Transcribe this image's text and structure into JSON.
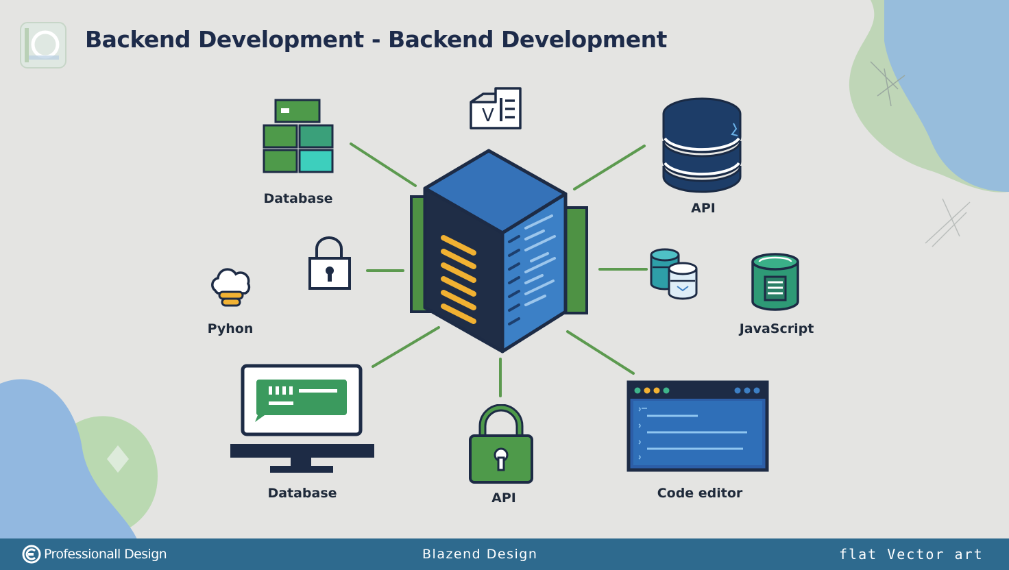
{
  "title": "Backend Development - Backend Development",
  "nodes": {
    "database_top": {
      "label": "Database",
      "icon": "database-table-icon"
    },
    "api_top": {
      "label": "API",
      "icon": "database-cylinder-icon"
    },
    "python": {
      "label": "Pyhon",
      "icon": "cloud-icon"
    },
    "javascript": {
      "label": "JavaScript",
      "icon": "storage-drum-icon"
    },
    "database_bottom": {
      "label": "Database",
      "icon": "monitor-chat-icon"
    },
    "api_bottom": {
      "label": "API",
      "icon": "padlock-icon"
    },
    "code_editor": {
      "label": "Code editor",
      "icon": "code-editor-window-icon"
    },
    "top_doc": {
      "label": "V",
      "icon": "document-v-icon"
    }
  },
  "footer": {
    "left": "Professionall Design",
    "center": "Blazend  Design",
    "right": "flat Vector art"
  },
  "colors": {
    "background": "#e4e4e2",
    "navy": "#1d3557",
    "blue": "#3d7fc4",
    "green": "#5a9a4e",
    "accent_yellow": "#f2b233",
    "footer": "#2e6a8e"
  }
}
